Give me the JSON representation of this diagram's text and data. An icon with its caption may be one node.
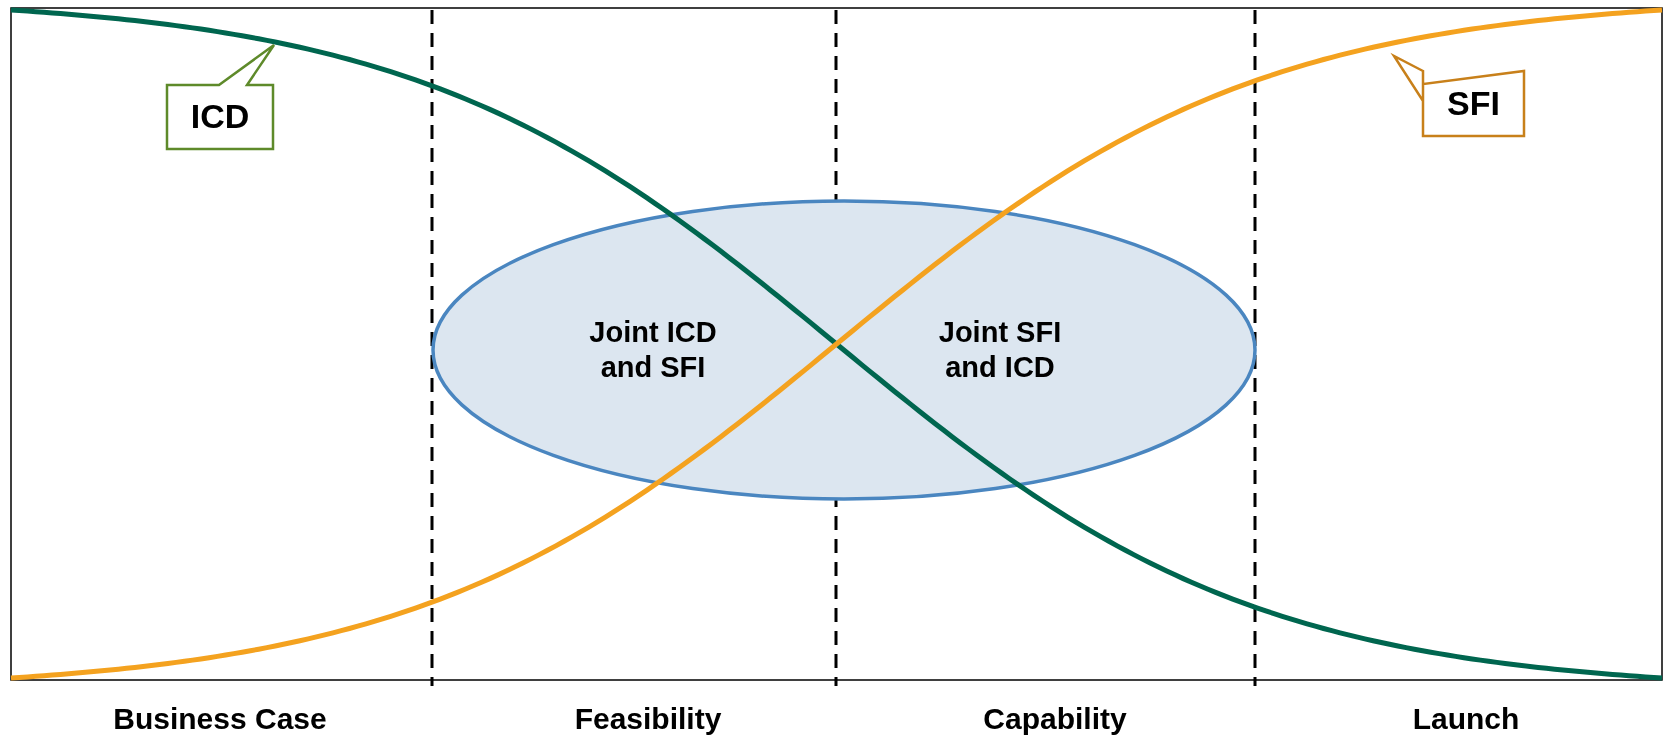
{
  "diagram": {
    "nodes": [
      {
        "text": [
          "ICD"
        ]
      },
      {
        "text": [
          "SFI"
        ]
      },
      {
        "text": [
          "Joint ICD and SFI",
          "Joint SFI and ICD"
        ]
      }
    ],
    "labels": [
      "Business Case",
      "Feasibility",
      "Capability",
      "Launch"
    ]
  }
}
